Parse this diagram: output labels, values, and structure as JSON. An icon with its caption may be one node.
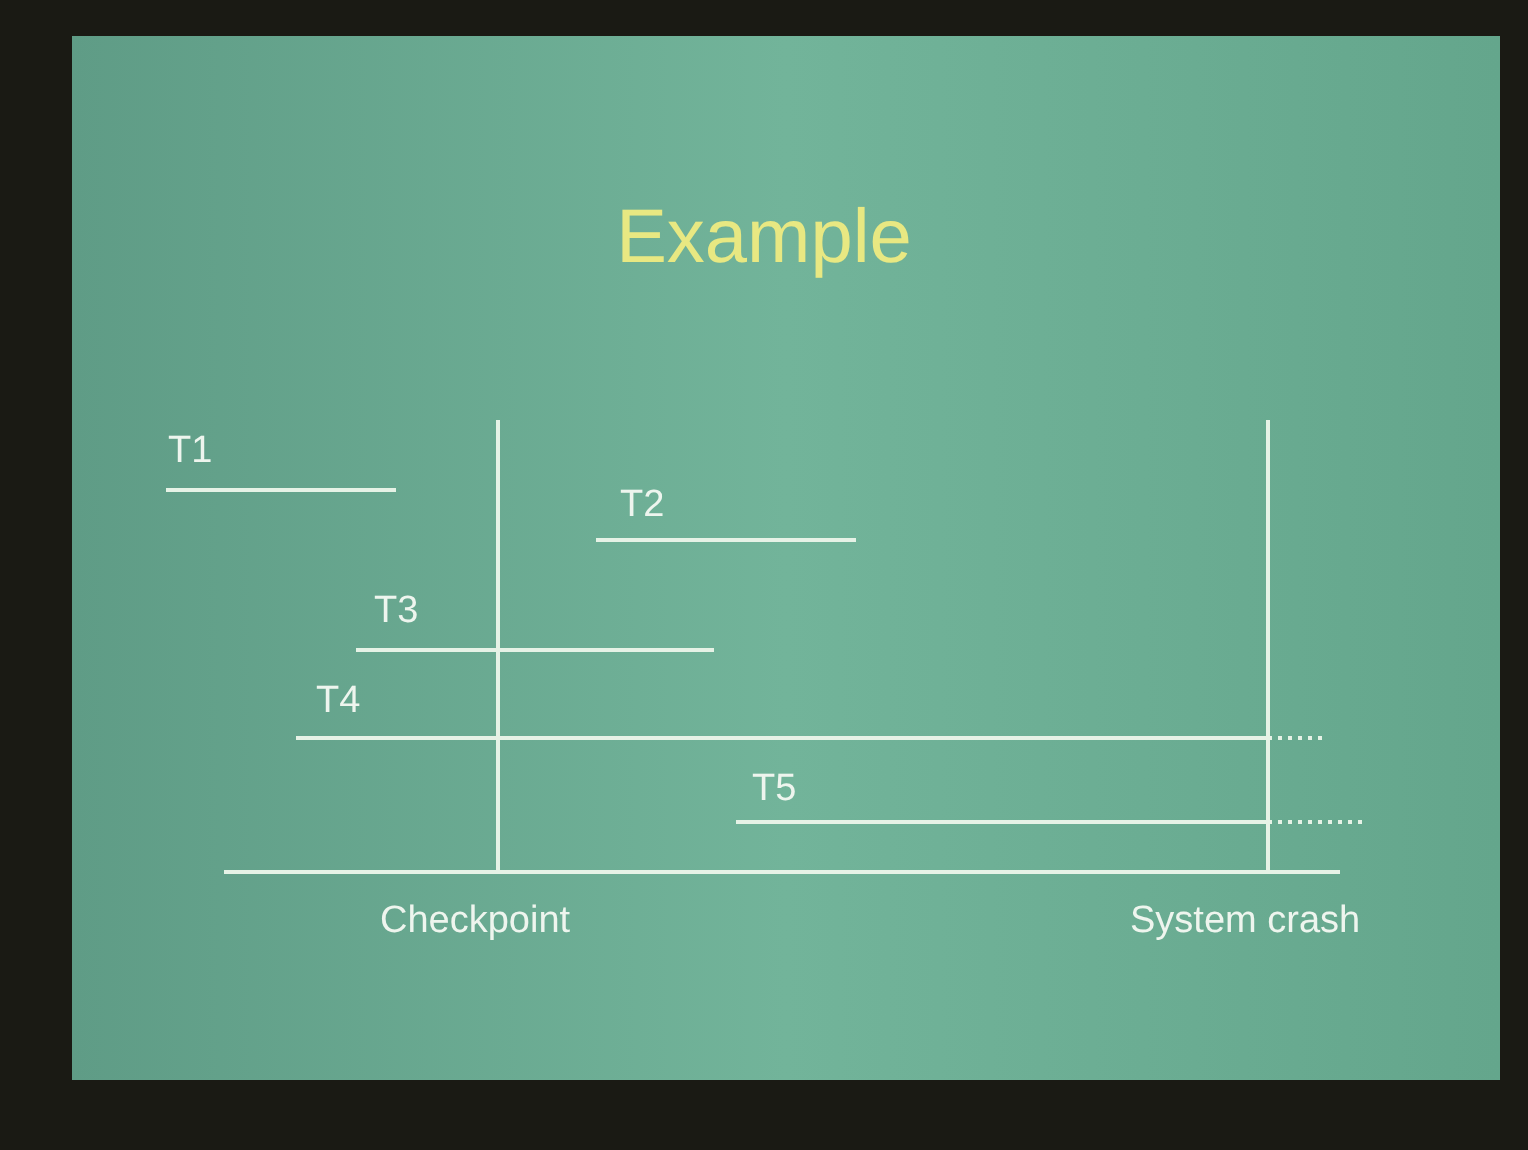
{
  "diagram": {
    "title": "Example",
    "labels": [
      "T1",
      "T2",
      "T3",
      "T4",
      "T5",
      "Checkpoint",
      "System crash"
    ]
  }
}
